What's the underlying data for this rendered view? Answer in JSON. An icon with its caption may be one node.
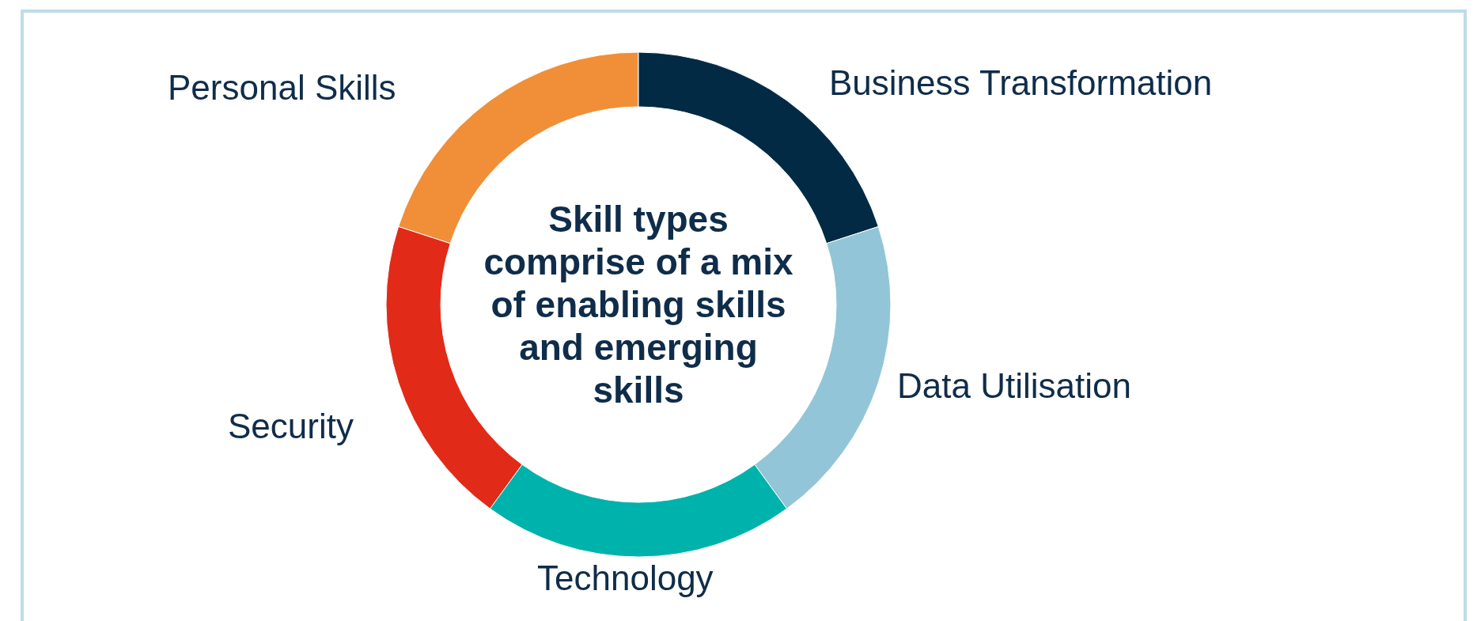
{
  "diagram": {
    "nodes": [
      {
        "text": [
          "Personal Skills"
        ]
      },
      {
        "text": [
          "Business Transformation"
        ]
      },
      {
        "text": [
          "Skill types comprise of a mix of enabling skills and emerging skills"
        ]
      },
      {
        "text": [
          "Data Utilisation"
        ]
      },
      {
        "text": [
          "Security"
        ]
      },
      {
        "text": [
          "Technology"
        ]
      }
    ]
  }
}
